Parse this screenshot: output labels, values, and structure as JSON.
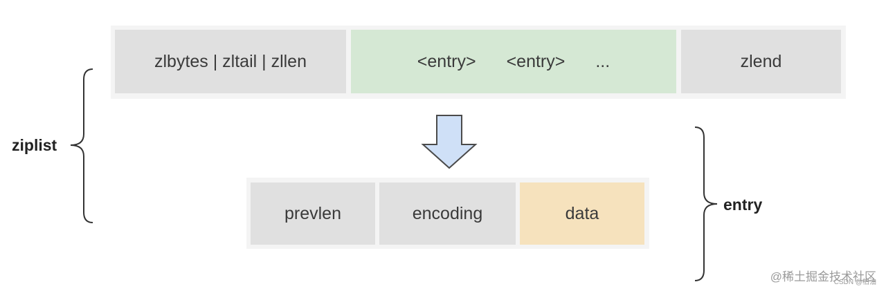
{
  "ziplist": {
    "label": "ziplist",
    "header": "zlbytes | zltail | zllen",
    "entries": [
      "<entry>",
      "<entry>",
      "..."
    ],
    "end": "zlend"
  },
  "entry": {
    "label": "entry",
    "fields": [
      "prevlen",
      "encoding",
      "data"
    ]
  },
  "colors": {
    "gray": "#e0e0e0",
    "green": "#d5e8d4",
    "orange": "#f6e2bd",
    "arrow_fill": "#cfe0f7",
    "arrow_stroke": "#4a4a4a"
  },
  "watermark": {
    "text": "@稀土掘金技术社区",
    "sub": "CSDN @柏油"
  }
}
